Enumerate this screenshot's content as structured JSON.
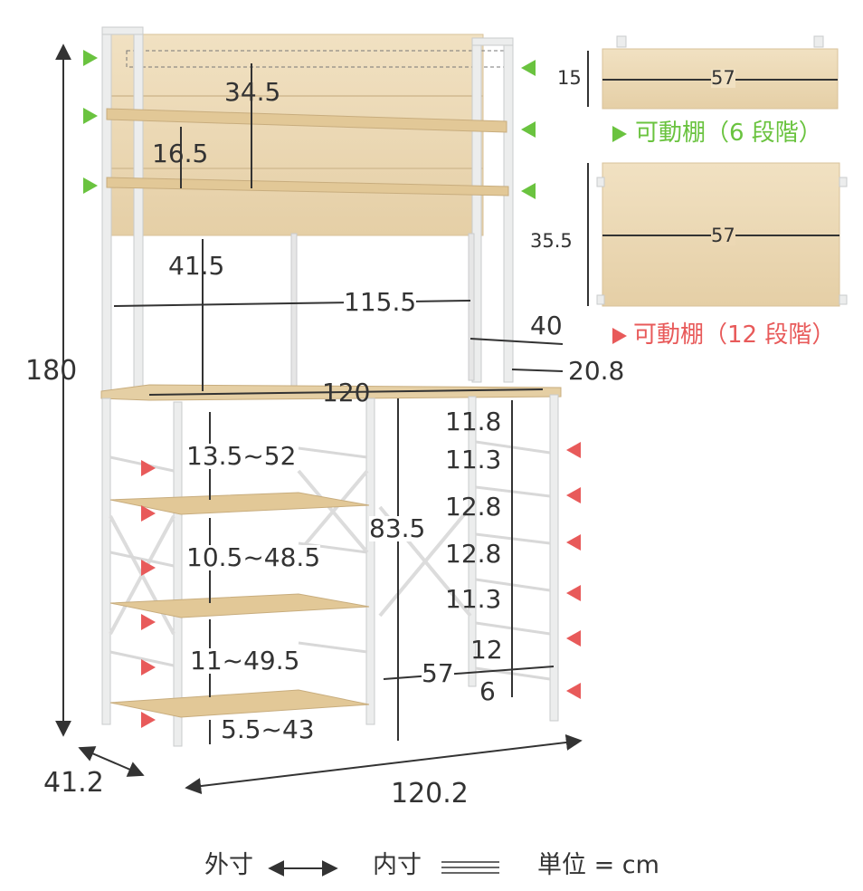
{
  "colors": {
    "frame": "#eceded",
    "frame_edge": "#c9cbcc",
    "wood": "#ecd8b4",
    "wood_dark": "#d7bb8c",
    "dim_line": "#333333",
    "green_marker": "#6ac33f",
    "red_marker": "#e85a5a"
  },
  "labels": {
    "height_total": "180",
    "depth_total": "41.2",
    "width_total": "120.2",
    "upper_top_gap": "34.5",
    "upper_mid_gap": "16.5",
    "upper_clear": "41.5",
    "inner_width_upper": "115.5",
    "upper_depth": "40",
    "upper_side_depth": "20.8",
    "counter_width": "120",
    "lower_gap_1": "13.5~52",
    "lower_gap_2": "10.5~48.5",
    "lower_gap_3": "11~49.5",
    "lower_bottom": "5.5~43",
    "counter_height": "83.5",
    "lower_inner_width": "57",
    "rack_1": "11.8",
    "rack_2": "11.3",
    "rack_3": "12.8",
    "rack_4": "12.8",
    "rack_5": "11.3",
    "rack_6": "12",
    "rack_7": "6"
  },
  "shelves": {
    "small": {
      "height": "15",
      "width": "57",
      "caption": "可動棚（6 段階）"
    },
    "large": {
      "height": "35.5",
      "width": "57",
      "caption": "可動棚（12 段階）"
    }
  },
  "legend": {
    "outer": "外寸",
    "inner": "内寸",
    "unit": "単位 = cm"
  }
}
